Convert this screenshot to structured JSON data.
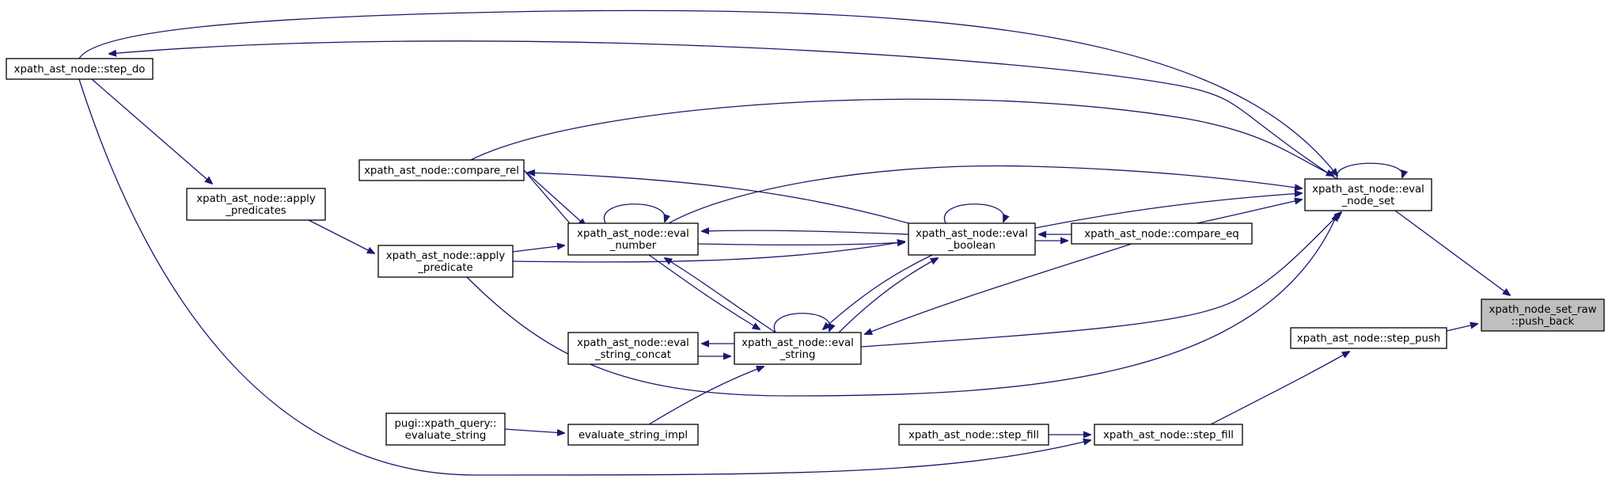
{
  "diagram": {
    "type": "doxygen-caller-graph",
    "edge_color": "#191970",
    "highlight_fill": "#bfbfbf",
    "nodes": [
      {
        "id": "push_back",
        "lines": [
          "xpath_node_set_raw",
          "::push_back"
        ],
        "highlight": true
      },
      {
        "id": "eval_node_set",
        "lines": [
          "xpath_ast_node::eval",
          "_node_set"
        ]
      },
      {
        "id": "step_push",
        "lines": [
          "xpath_ast_node::step_push"
        ]
      },
      {
        "id": "step_do",
        "lines": [
          "xpath_ast_node::step_do"
        ]
      },
      {
        "id": "compare_rel",
        "lines": [
          "xpath_ast_node::compare_rel"
        ]
      },
      {
        "id": "apply_predicates",
        "lines": [
          "xpath_ast_node::apply",
          "_predicates"
        ]
      },
      {
        "id": "apply_predicate",
        "lines": [
          "xpath_ast_node::apply",
          "_predicate"
        ]
      },
      {
        "id": "eval_number",
        "lines": [
          "xpath_ast_node::eval",
          "_number"
        ]
      },
      {
        "id": "eval_boolean",
        "lines": [
          "xpath_ast_node::eval",
          "_boolean"
        ]
      },
      {
        "id": "compare_eq",
        "lines": [
          "xpath_ast_node::compare_eq"
        ]
      },
      {
        "id": "eval_string_concat",
        "lines": [
          "xpath_ast_node::eval",
          "_string_concat"
        ]
      },
      {
        "id": "eval_string",
        "lines": [
          "xpath_ast_node::eval",
          "_string"
        ]
      },
      {
        "id": "evaluate_string",
        "lines": [
          "pugi::xpath_query::",
          "evaluate_string"
        ]
      },
      {
        "id": "evaluate_string_impl",
        "lines": [
          "evaluate_string_impl"
        ]
      },
      {
        "id": "step_fill_a",
        "lines": [
          "xpath_ast_node::step_fill"
        ]
      },
      {
        "id": "step_fill_b",
        "lines": [
          "xpath_ast_node::step_fill"
        ]
      }
    ],
    "edges": [
      {
        "from": "eval_node_set",
        "to": "push_back"
      },
      {
        "from": "step_push",
        "to": "push_back"
      },
      {
        "from": "eval_node_set",
        "to": "step_do"
      },
      {
        "from": "step_do",
        "to": "eval_node_set"
      },
      {
        "from": "eval_node_set",
        "to": "eval_node_set"
      },
      {
        "from": "compare_rel",
        "to": "eval_node_set"
      },
      {
        "from": "eval_number",
        "to": "eval_node_set"
      },
      {
        "from": "eval_boolean",
        "to": "eval_node_set"
      },
      {
        "from": "compare_eq",
        "to": "eval_node_set"
      },
      {
        "from": "eval_string",
        "to": "eval_node_set"
      },
      {
        "from": "apply_predicate",
        "to": "eval_node_set"
      },
      {
        "from": "step_do",
        "to": "apply_predicates"
      },
      {
        "from": "apply_predicates",
        "to": "apply_predicate"
      },
      {
        "from": "apply_predicate",
        "to": "eval_number"
      },
      {
        "from": "apply_predicate",
        "to": "eval_boolean"
      },
      {
        "from": "compare_rel",
        "to": "eval_number"
      },
      {
        "from": "eval_boolean",
        "to": "compare_rel"
      },
      {
        "from": "compare_eq",
        "to": "eval_boolean"
      },
      {
        "from": "eval_boolean",
        "to": "compare_eq"
      },
      {
        "from": "eval_boolean",
        "to": "eval_number"
      },
      {
        "from": "eval_number",
        "to": "eval_boolean"
      },
      {
        "from": "eval_number",
        "to": "eval_number"
      },
      {
        "from": "eval_boolean",
        "to": "eval_boolean"
      },
      {
        "from": "eval_number",
        "to": "eval_string"
      },
      {
        "from": "eval_string",
        "to": "eval_number"
      },
      {
        "from": "eval_boolean",
        "to": "eval_string"
      },
      {
        "from": "eval_string",
        "to": "eval_boolean"
      },
      {
        "from": "eval_string",
        "to": "eval_string"
      },
      {
        "from": "compare_eq",
        "to": "eval_string"
      },
      {
        "from": "eval_string",
        "to": "eval_string_concat"
      },
      {
        "from": "eval_string_concat",
        "to": "eval_string"
      },
      {
        "from": "evaluate_string_impl",
        "to": "eval_string"
      },
      {
        "from": "evaluate_string",
        "to": "evaluate_string_impl"
      },
      {
        "from": "step_fill_a",
        "to": "step_fill_b"
      },
      {
        "from": "step_fill_b",
        "to": "step_push"
      },
      {
        "from": "step_do",
        "to": "step_fill_b"
      }
    ]
  }
}
